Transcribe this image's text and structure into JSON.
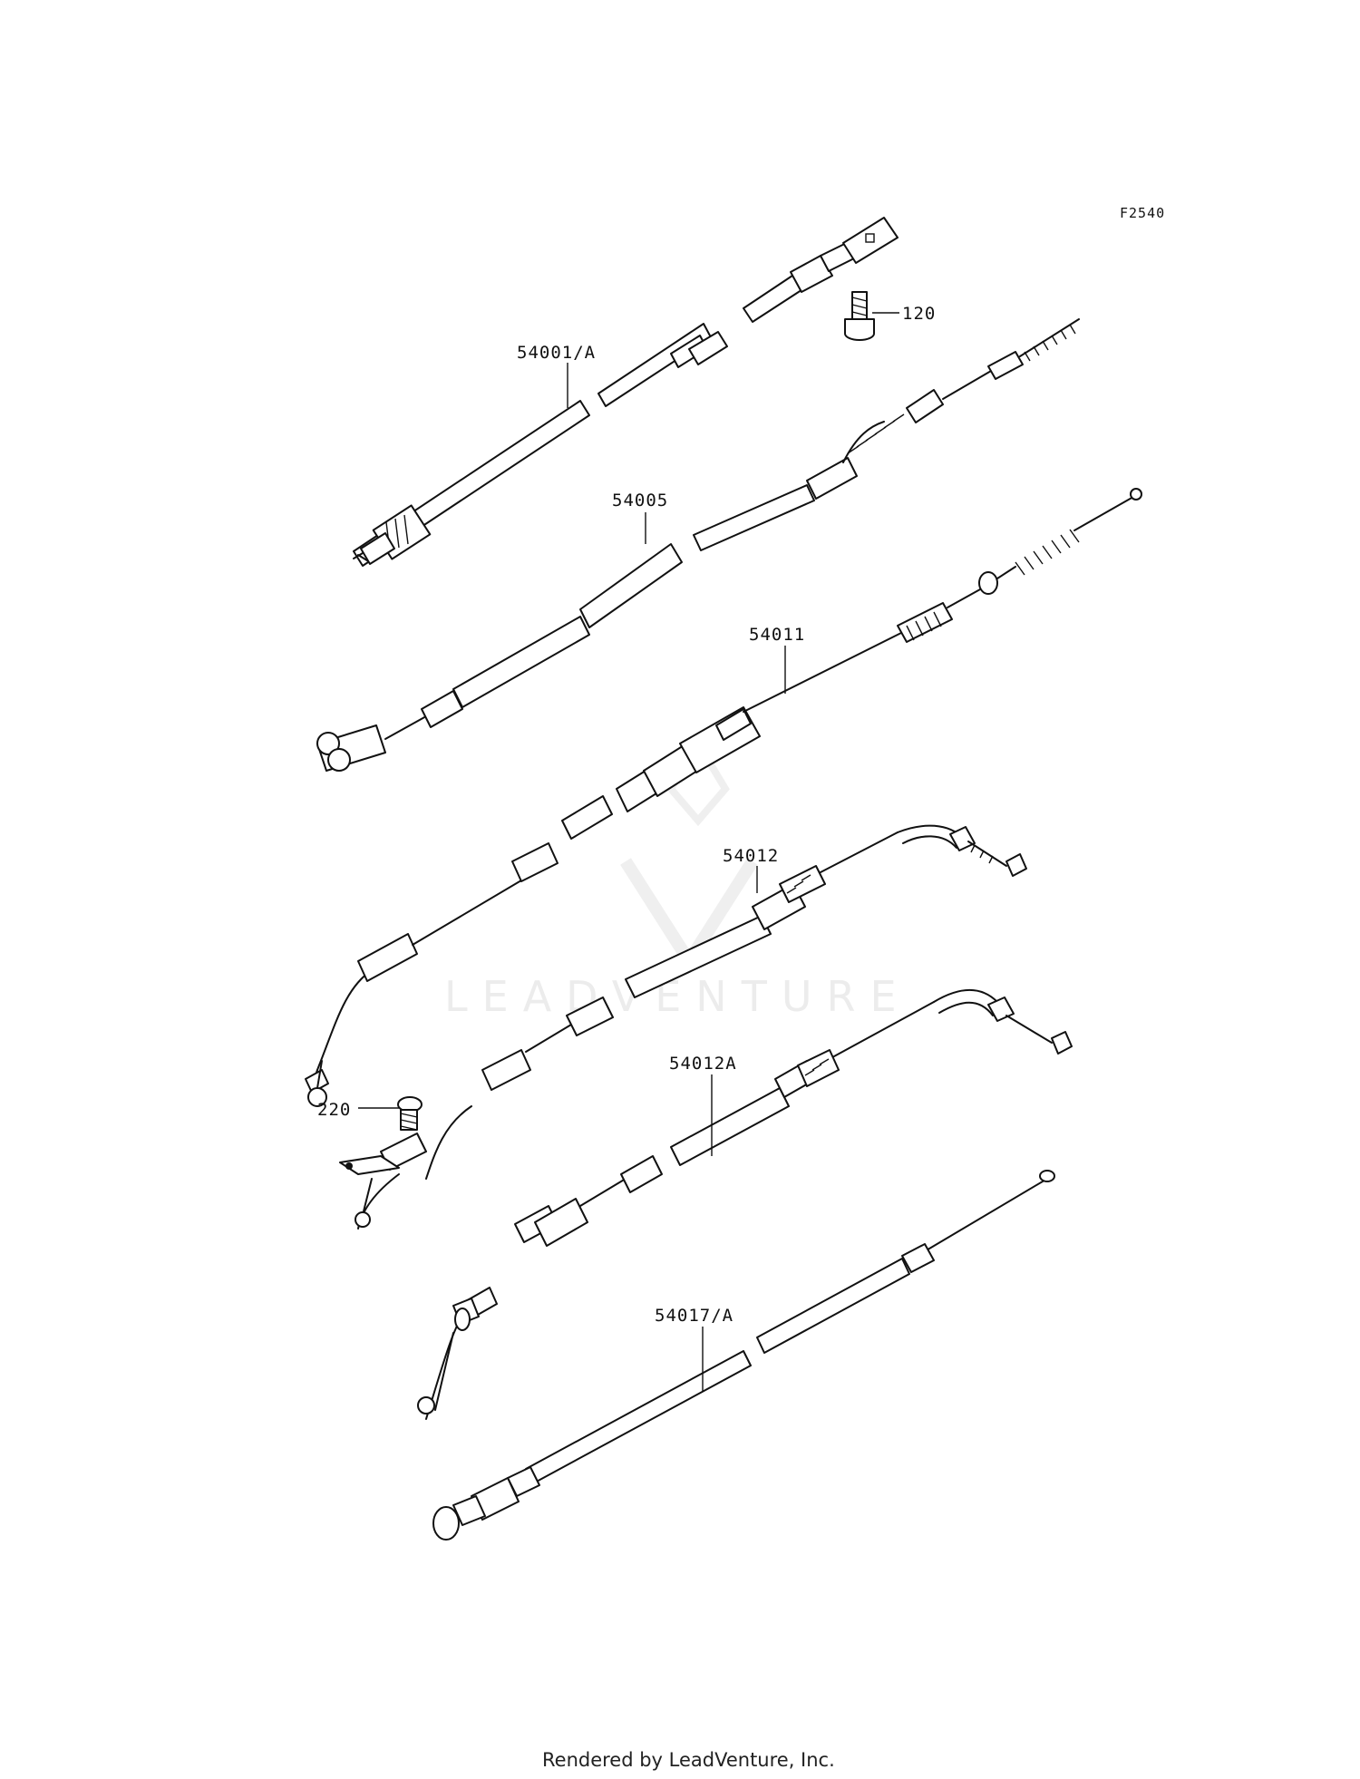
{
  "diagram": {
    "figure_ref": "F2540",
    "watermark": "LEADVENTURE",
    "footer": "Rendered by LeadVenture, Inc.",
    "callouts": [
      {
        "id": "120",
        "text": "120"
      },
      {
        "id": "54001a",
        "text": "54001/A"
      },
      {
        "id": "54005",
        "text": "54005"
      },
      {
        "id": "54011",
        "text": "54011"
      },
      {
        "id": "54012",
        "text": "54012"
      },
      {
        "id": "220",
        "text": "220"
      },
      {
        "id": "54012a",
        "text": "54012A"
      },
      {
        "id": "54017a",
        "text": "54017/A"
      }
    ]
  }
}
